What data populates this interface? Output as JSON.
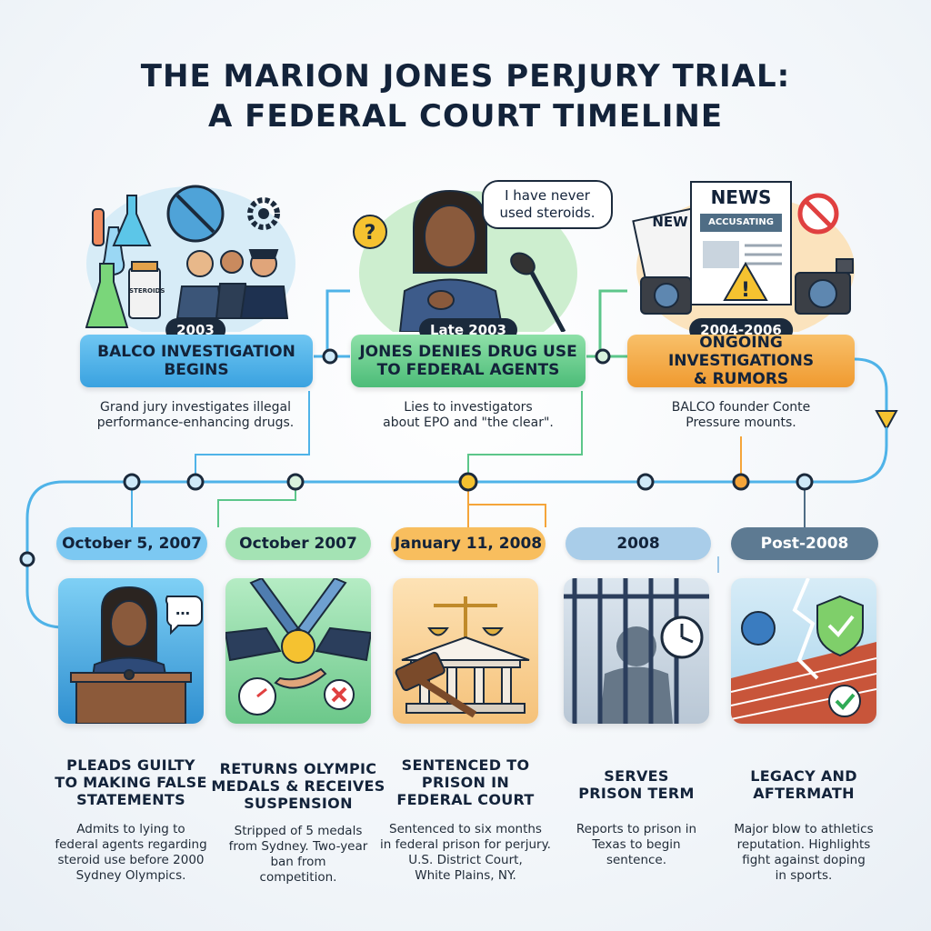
{
  "title": {
    "line1": "THE MARION JONES PERJURY TRIAL:",
    "line2": "A FEDERAL COURT TIMELINE"
  },
  "top_events": [
    {
      "date": "2003",
      "heading_lines": [
        "BALCO INVESTIGATION",
        "BEGINS"
      ],
      "description_lines": [
        "Grand jury investigates illegal",
        "performance-enhancing drugs."
      ],
      "illustration_labels": {
        "bottle": "STEROIDS"
      },
      "color": "#4fb3e8"
    },
    {
      "date": "Late 2003",
      "heading_lines": [
        "JONES DENIES DRUG USE",
        "TO FEDERAL AGENTS"
      ],
      "description_lines": [
        "Lies to investigators",
        "about EPO and \"the clear\"."
      ],
      "illustration_labels": {
        "quote_line1": "I have never",
        "quote_line2": "used steroids."
      },
      "color": "#5cc68a"
    },
    {
      "date": "2004-2006",
      "heading_lines": [
        "ONGOING INVESTIGATIONS",
        "& RUMORS"
      ],
      "description_lines": [
        "BALCO founder Conte",
        "Pressure mounts."
      ],
      "illustration_labels": {
        "newspaper_main": "NEWS",
        "newspaper_back": "NEW",
        "headline": "ACCUSATING"
      },
      "color": "#f5a53a"
    }
  ],
  "bottom_events": [
    {
      "date": "October 5, 2007",
      "heading_lines": [
        "PLEADS GUILTY",
        "TO MAKING FALSE",
        "STATEMENTS"
      ],
      "description_lines": [
        "Admits to lying to",
        "federal agents regarding",
        "steroid use before 2000",
        "Sydney Olympics."
      ],
      "pill_color": "#5ab4ea"
    },
    {
      "date": "October 2007",
      "heading_lines": [
        "RETURNS OLYMPIC",
        "MEDALS & RECEIVES",
        "SUSPENSION"
      ],
      "description_lines": [
        "Stripped of 5 medals",
        "from Sydney. Two-year",
        "ban from",
        "competition."
      ],
      "pill_color": "#7fd49a"
    },
    {
      "date": "January 11, 2008",
      "heading_lines": [
        "SENTENCED TO",
        "PRISON IN",
        "FEDERAL COURT"
      ],
      "description_lines": [
        "Sentenced to six months",
        "in federal prison for perjury.",
        "U.S. District Court,",
        "White Plains, NY."
      ],
      "pill_color": "#f6b04a"
    },
    {
      "date": "2008",
      "heading_lines": [
        "SERVES",
        "PRISON TERM"
      ],
      "description_lines": [
        "Reports to prison in",
        "Texas to begin",
        "sentence."
      ],
      "pill_color": "#9cc6e6"
    },
    {
      "date": "Post-2008",
      "heading_lines": [
        "LEGACY AND",
        "AFTERMATH"
      ],
      "description_lines": [
        "Major blow to athletics",
        "reputation. Highlights",
        "fight against doping",
        "in sports."
      ],
      "pill_color": "#4f6d85"
    }
  ]
}
